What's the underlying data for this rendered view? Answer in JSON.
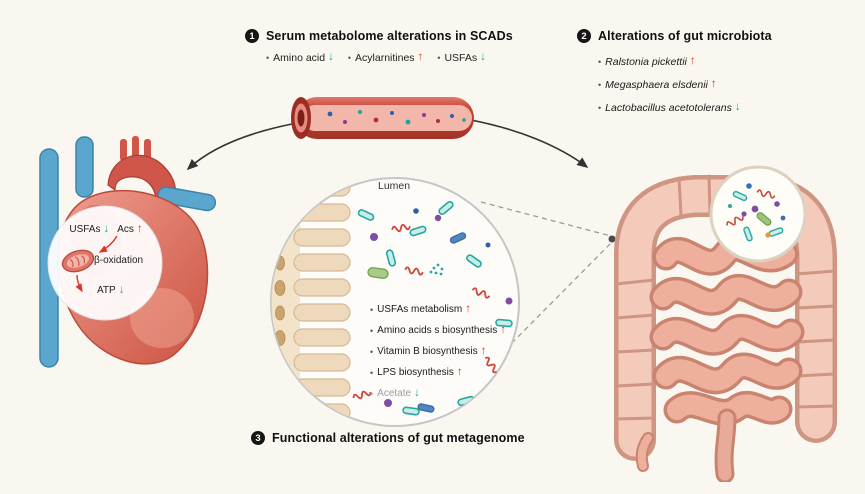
{
  "canvas": {
    "bg": "#faf7f0"
  },
  "glyphs": {
    "up": "↑",
    "down": "↓",
    "bullet": "•"
  },
  "colors": {
    "up_arrow": "#dd3524",
    "down_arrow": "#14aba1",
    "badge": "#161616"
  },
  "sections": {
    "serum": {
      "number": "1",
      "title": "Serum metabolome alterations in SCADs",
      "items": [
        {
          "label": "Amino acid",
          "arrow": "↓",
          "direction": "down"
        },
        {
          "label": "Acylarnitines",
          "arrow": "↑",
          "direction": "up"
        },
        {
          "label": "USFAs",
          "arrow": "↓",
          "direction": "down"
        }
      ]
    },
    "microbiota": {
      "number": "2",
      "title": "Alterations of gut microbiota",
      "items": [
        {
          "label": "Ralstonia pickettii",
          "arrow": "↑",
          "direction": "up"
        },
        {
          "label": "Megasphaera elsdenii",
          "arrow": "↑",
          "direction": "up"
        },
        {
          "label": "Lactobacillus acetotolerans",
          "arrow": "↓",
          "direction": "down"
        }
      ]
    },
    "metagenome": {
      "number": "3",
      "title": "Functional alterations of gut metagenome"
    }
  },
  "heart_panel": {
    "usfas_label": "USFAs",
    "usfas_arrow": "↓",
    "acs_label": "Acs",
    "acs_arrow": "↑",
    "beta_label": "β-oxidation",
    "atp_label": "ATP",
    "atp_arrow": "↓"
  },
  "lumen_panel": {
    "title": "Lumen",
    "items": [
      {
        "label": "USFAs metabolism",
        "arrow": "↑",
        "direction": "up"
      },
      {
        "label": "Amino acids s biosynthesis",
        "arrow": "↑",
        "direction": "up"
      },
      {
        "label": "Vitamin B biosynthesis",
        "arrow": "↑",
        "direction": "up"
      },
      {
        "label": "LPS biosynthesis",
        "arrow": "↑",
        "direction": "up"
      },
      {
        "label": "Acetate",
        "arrow": "↓",
        "direction": "down"
      }
    ]
  }
}
